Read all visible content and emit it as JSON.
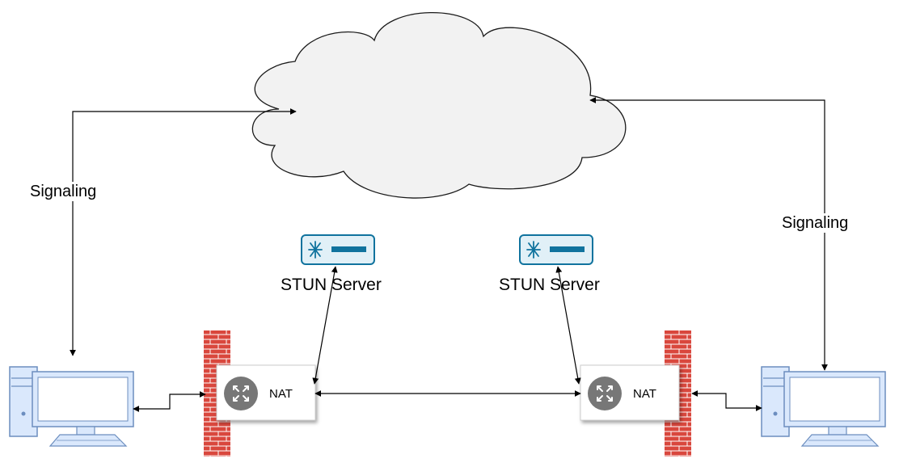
{
  "labels": {
    "signaling_left": "Signaling",
    "signaling_right": "Signaling",
    "stun_left": "STUN Server",
    "stun_right": "STUN Server",
    "nat_left": "NAT",
    "nat_right": "NAT"
  },
  "colors": {
    "cloud_fill": "#f2f2f2",
    "cloud_stroke": "#1a1a1a",
    "computer_fill": "#dae8fc",
    "computer_stroke": "#6c8ebf",
    "server_fill": "#e1f0f7",
    "server_stroke": "#10739e",
    "brick": "#d9473d",
    "router": "#777777",
    "line": "#000000"
  },
  "icons": [
    "cloud-icon",
    "computer-icon",
    "firewall-icon",
    "router-icon",
    "server-icon"
  ]
}
